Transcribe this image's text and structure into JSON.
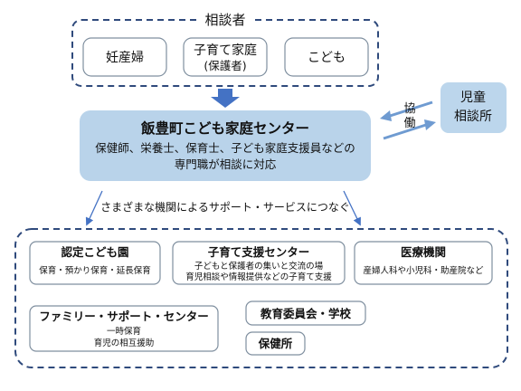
{
  "colors": {
    "dash": "#2f4a7c",
    "box_border": "#7f8f9f",
    "center_fill": "#b9d3ea",
    "agency_fill": "#bcd6ec",
    "arrow": "#4472c4",
    "small_arrow": "#6f9bd1",
    "text": "#111111"
  },
  "consultees": {
    "heading": "相談者",
    "boxes": [
      {
        "name": "pregnant-box",
        "lines": [
          "妊産婦"
        ]
      },
      {
        "name": "child-rearing-home-box",
        "lines": [
          "子育て家庭",
          "(保護者)"
        ]
      },
      {
        "name": "child-box",
        "lines": [
          "こども"
        ]
      }
    ]
  },
  "center": {
    "title": "飯豊町こども家庭センター",
    "desc": [
      "保健師、栄養士、保育士、子ども家庭支援員などの",
      "専門職が相談に対応"
    ]
  },
  "agency": {
    "lines": [
      "児童",
      "相談所"
    ],
    "cooperation": [
      "協",
      "働"
    ]
  },
  "connector_label": "さまざまな機関によるサポート・サービスにつなぐ",
  "services": [
    {
      "name": "certified-nursery-box",
      "title": "認定こども園",
      "desc": [
        "保育・預かり保育・延長保育"
      ]
    },
    {
      "name": "childcare-support-center-box",
      "title": "子育て支援センター",
      "desc": [
        "子どもと保護者の集いと交流の場",
        "育児相談や情報提供などの子育て支援"
      ]
    },
    {
      "name": "medical-institution-box",
      "title": "医療機関",
      "desc": [
        "産婦人科や小児科・助産院など"
      ]
    },
    {
      "name": "family-support-center-box",
      "title": "ファミリー・サポート・センター",
      "desc": [
        "一時保育",
        "育児の相互援助"
      ]
    },
    {
      "name": "education-board-box",
      "title": "教育委員会・学校",
      "desc": []
    },
    {
      "name": "health-center-box",
      "title": "保健所",
      "desc": []
    }
  ]
}
